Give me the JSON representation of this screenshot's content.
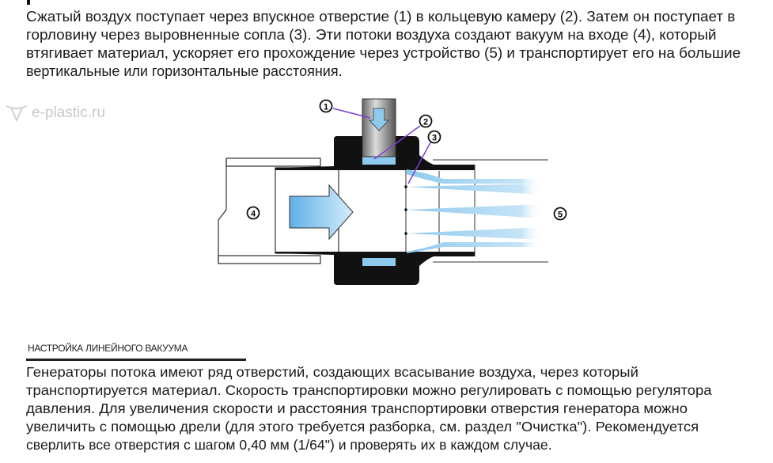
{
  "watermark": "e-plastic.ru",
  "intro": {
    "lines": [
      "Сжатый воздух поступает через впускное отверстие (1) в кольцевую камеру (2). Затем он поступает в",
      "горловину через выровненные сопла (3). Эти потоки воздуха создают вакуум на входе (4), который",
      "втягивает материал, ускоряет его прохождение через устройство (5) и транспортирует его на большие",
      "вертикальные или горизонтальные расстояния."
    ]
  },
  "diagram": {
    "labels": [
      "1",
      "2",
      "3",
      "4",
      "5"
    ],
    "colors": {
      "body": "#111111",
      "air": "#8ec9ee",
      "pointer": "#7b3fd6"
    }
  },
  "section": {
    "heading": "НАСТРОЙКА ЛИНЕЙНОГО ВАКУУМА",
    "lines": [
      "Генераторы потока имеют ряд отверстий, создающих всасывание воздуха, через который",
      "транспортируется материал. Скорость транспортировки можно регулировать с помощью регулятора",
      "давления. Для увеличения скорости и расстояния транспортировки отверстия генератора можно",
      "увеличить с помощью дрели (для этого требуется разборка, см. раздел \"Очистка\"). Рекомендуется",
      "сверлить все отверстия с шагом 0,40 мм (1/64\") и проверять их в каждом случае."
    ]
  }
}
